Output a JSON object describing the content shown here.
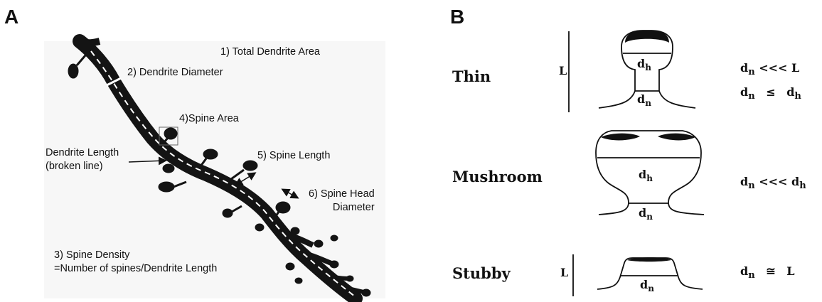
{
  "panel_a": {
    "letter": "A",
    "labels": {
      "total_area": "1) Total Dendrite Area",
      "diameter": "2) Dendrite Diameter",
      "spine_area": "4)Spine Area",
      "dendrite_length_1": "Dendrite Length",
      "dendrite_length_2": "(broken line)",
      "spine_length": "5) Spine Length",
      "head_diameter_1": "6) Spine Head",
      "head_diameter_2": "Diameter",
      "spine_density_1": "3) Spine Density",
      "spine_density_2": "=Number of spines/Dendrite Length"
    }
  },
  "panel_b": {
    "letter": "B",
    "symbols": {
      "L": "L",
      "d": "d",
      "h": "h",
      "n": "n"
    },
    "types": [
      {
        "name": "Thin",
        "eq1_lhs": "n",
        "eq1_op": "<<<",
        "eq1_rhs": "L",
        "eq2_lhs": "n",
        "eq2_op": "≤",
        "eq2_rhs": "h"
      },
      {
        "name": "Mushroom",
        "eq1_lhs": "n",
        "eq1_op": "<<<",
        "eq1_rhs": "h"
      },
      {
        "name": "Stubby",
        "eq1_lhs": "n",
        "eq1_op": "≅",
        "eq1_rhs": "L"
      }
    ]
  }
}
